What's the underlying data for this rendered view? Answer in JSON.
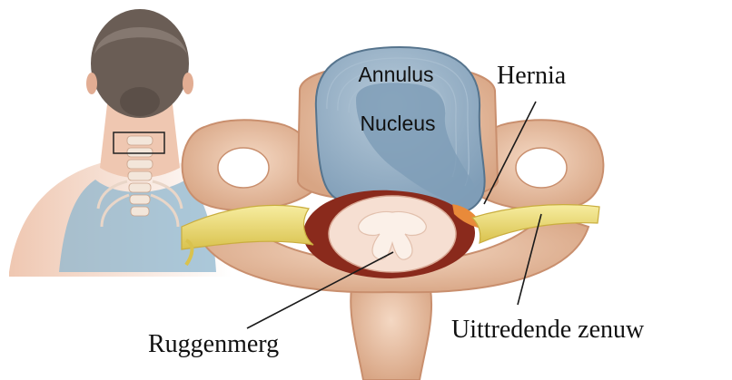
{
  "labels": {
    "annulus": "Annulus",
    "nucleus": "Nucleus",
    "hernia": "Hernia",
    "spinal_cord": "Ruggenmerg",
    "exiting_nerve": "Uittredende zenuw"
  },
  "colors": {
    "bone": "#e9c3a5",
    "bone_shadow": "#c98f6e",
    "disc_annulus": "#9db6cc",
    "disc_nucleus": "#7f9db7",
    "nerve": "#efe07a",
    "cord": "#f6dfd2",
    "canal": "#8a2a1c",
    "hernia_pressure": "#e98a3a",
    "skin": "#efc7b1",
    "hair": "#6a5d55",
    "tank_top": "#8fb7cf"
  },
  "icons": {
    "neck_view": "neck-back-illustration",
    "vertebra": "cervical-vertebra-illustration"
  }
}
